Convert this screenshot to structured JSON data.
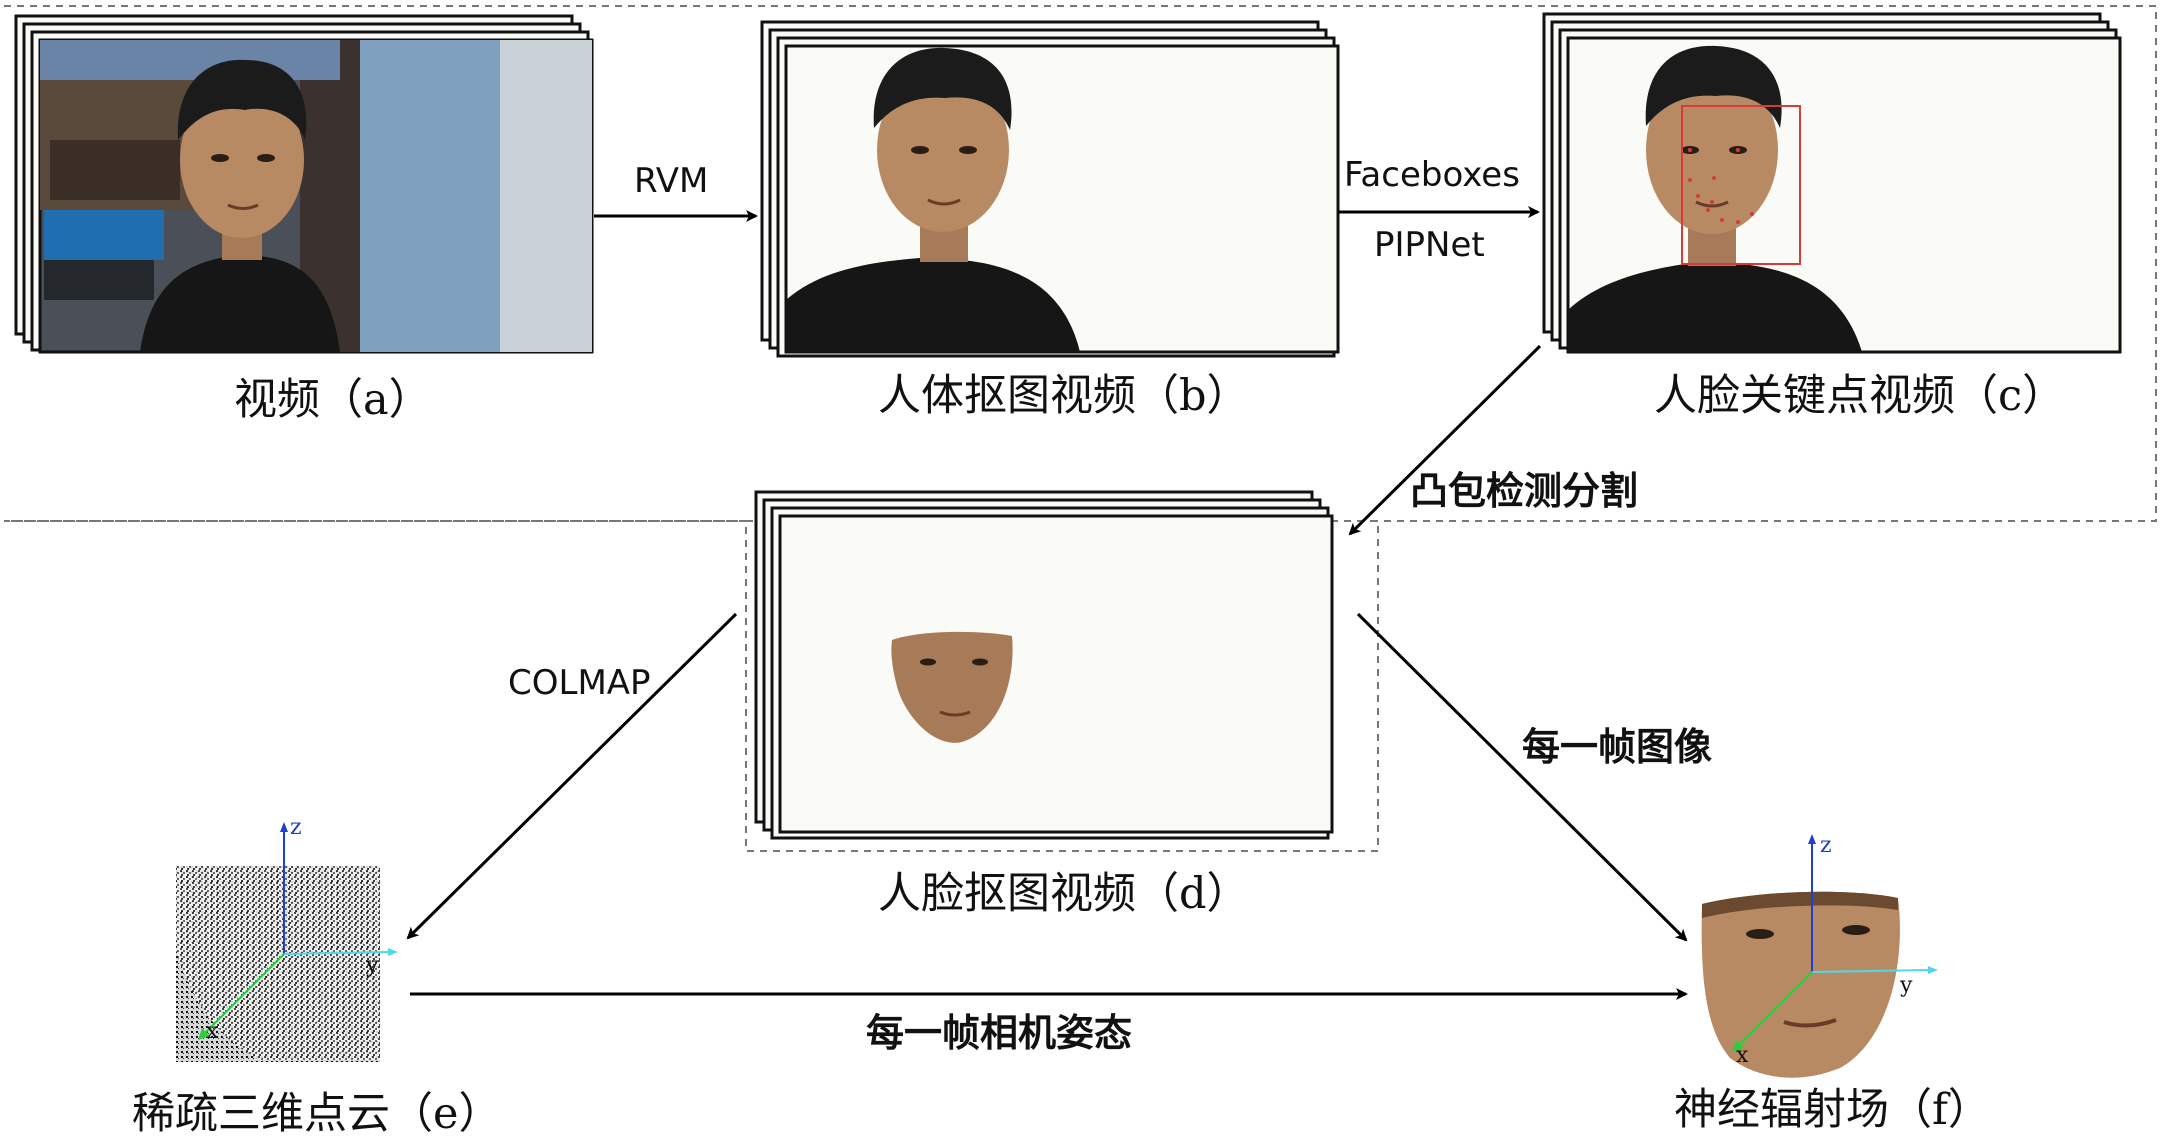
{
  "captions": {
    "a": "视频（a）",
    "b": "人体抠图视频（b）",
    "c": "人脸关键点视频（c）",
    "d": "人脸抠图视频（d）",
    "e": "稀疏三维点云（e）",
    "f": "神经辐射场（f）"
  },
  "edges": {
    "rvm": "RVM",
    "faceboxes": "Faceboxes",
    "pipnet": "PIPNet",
    "convex": "凸包检测分割",
    "colmap": "COLMAP",
    "each_frame_image": "每一帧图像",
    "each_frame_pose": "每一帧相机姿态"
  },
  "axes_labels": {
    "x": "x",
    "y": "y",
    "z": "z"
  },
  "colors": {
    "skin": "#b88a63",
    "hair": "#1b1b1b",
    "shirt": "#161616",
    "room_bg": "#4b5058",
    "curtain": "#7fa0bf",
    "landmark_box": "#d63a3a",
    "axis_x": "#2ecc3e",
    "axis_y": "#4fd8e8",
    "axis_z": "#1f3fd0"
  }
}
